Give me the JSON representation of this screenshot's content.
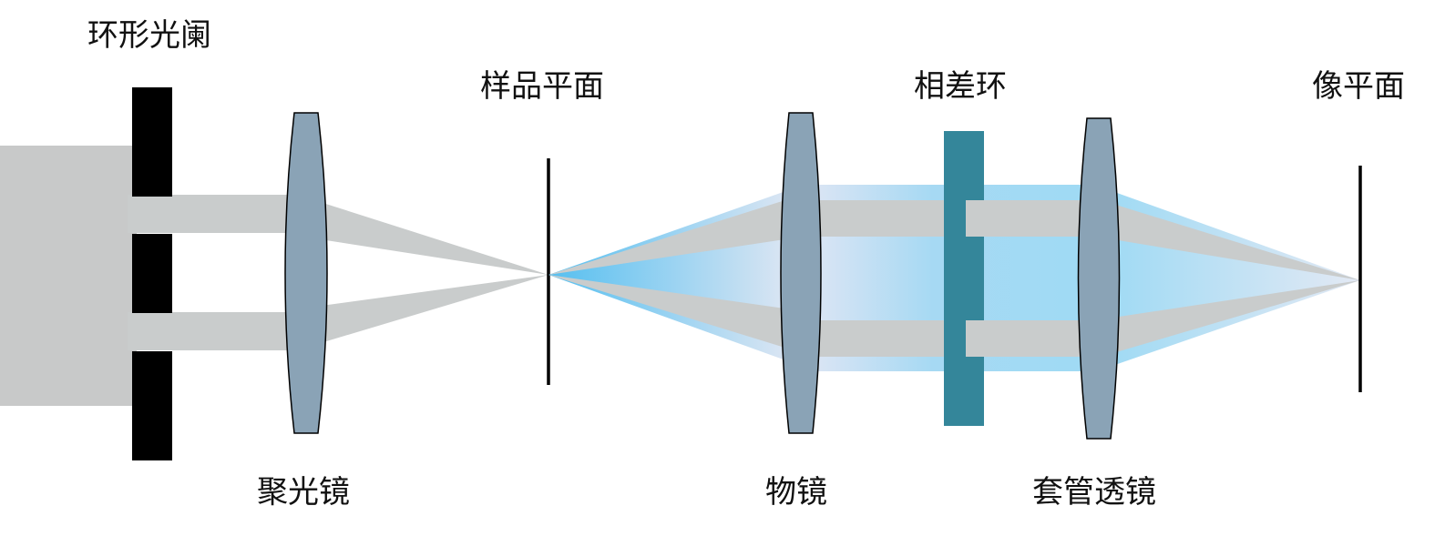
{
  "labels": {
    "annular_diaphragm": "环形光阑",
    "sample_plane": "样品平面",
    "phase_ring": "相差环",
    "image_plane": "像平面",
    "condenser": "聚光镜",
    "objective": "物镜",
    "tube_lens": "套管透镜"
  },
  "colors": {
    "background_light": "#c8c9c9",
    "surround_light": "#c9cccc",
    "diffracted_light": "#55bff0",
    "diffracted_light_pale": "#dde6f3",
    "lens_fill": "#8aa3b6",
    "diaphragm": "#000000",
    "phase_ring": "#34869a",
    "plane_line": "#000000"
  }
}
